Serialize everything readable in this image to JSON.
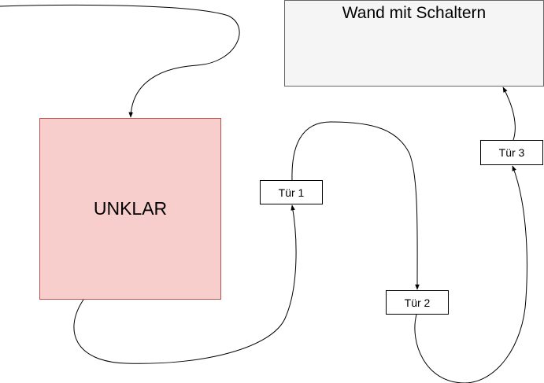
{
  "diagram": {
    "nodes": {
      "wall": {
        "label": "Wand mit Schaltern",
        "fill": "#f5f5f5",
        "stroke": "#666666"
      },
      "unclear": {
        "label": "UNKLAR",
        "fill": "#f8cecc",
        "stroke": "#b85450"
      },
      "door1": {
        "label": "Tür 1",
        "fill": "#ffffff",
        "stroke": "#000000"
      },
      "door2": {
        "label": "Tür 2",
        "fill": "#ffffff",
        "stroke": "#000000"
      },
      "door3": {
        "label": "Tür 3",
        "fill": "#ffffff",
        "stroke": "#000000"
      }
    },
    "edges": [
      {
        "from": "entry",
        "to": "unclear"
      },
      {
        "from": "unclear",
        "to": "door1"
      },
      {
        "from": "door1",
        "to": "door2"
      },
      {
        "from": "door2",
        "to": "door3"
      },
      {
        "from": "door3",
        "to": "wall"
      }
    ]
  }
}
